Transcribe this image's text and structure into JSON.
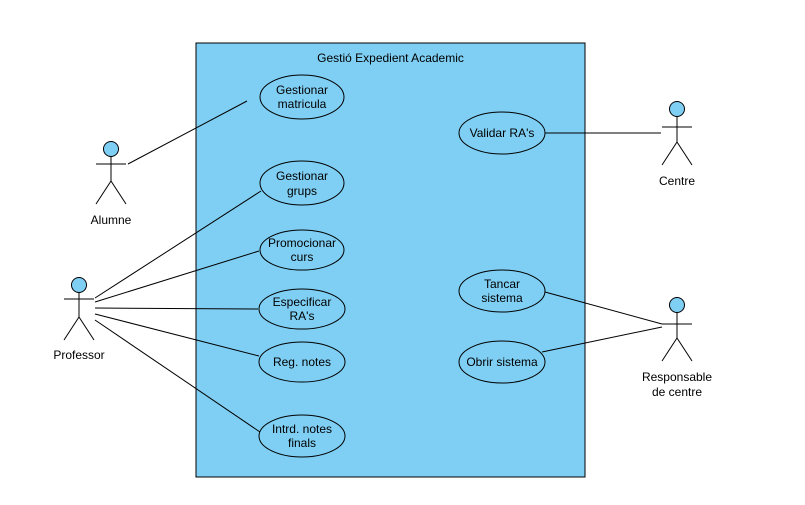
{
  "colors": {
    "system_fill": "#7fcff4",
    "actor_head_fill": "#7fcff4",
    "stroke": "#000000",
    "background": "#ffffff"
  },
  "system": {
    "title": "Gestió Expedient Academic"
  },
  "actors": {
    "alumne": [
      "Alumne"
    ],
    "professor": [
      "Professor"
    ],
    "centre": [
      "Centre"
    ],
    "responsable": [
      "Responsable",
      "de centre"
    ]
  },
  "use_cases": {
    "gestionar_matricula": [
      "Gestionar",
      "matricula"
    ],
    "gestionar_grups": [
      "Gestionar",
      "grups"
    ],
    "promocionar_curs": [
      "Promocionar",
      "curs"
    ],
    "especificar_ras": [
      "Especificar",
      "RA's"
    ],
    "reg_notes": [
      "Reg. notes"
    ],
    "intrd_notes_finals": [
      "Intrd. notes",
      "finals"
    ],
    "validar_ras": [
      "Validar RA's"
    ],
    "tancar_sistema": [
      "Tancar",
      "sistema"
    ],
    "obrir_sistema": [
      "Obrir sistema"
    ]
  }
}
